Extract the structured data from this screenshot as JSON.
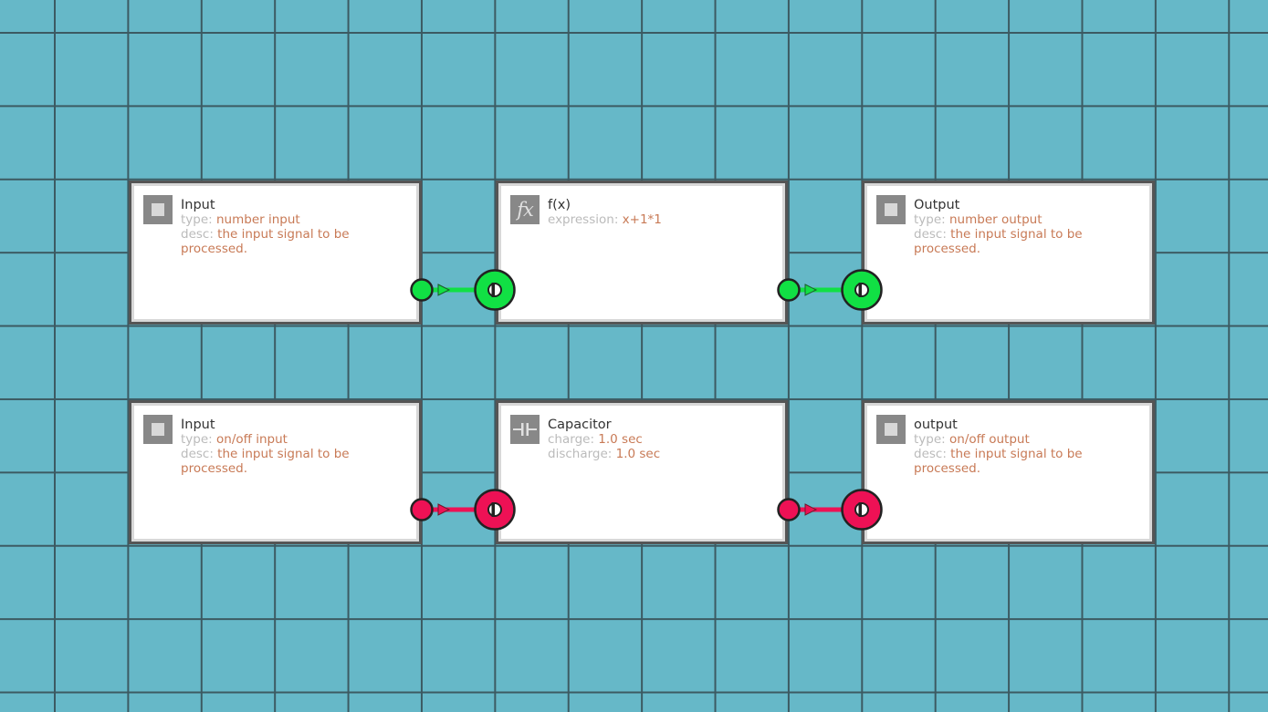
{
  "nodes": [
    {
      "title": "Input",
      "icon": "square-icon",
      "rows": [
        {
          "key": "type: ",
          "value": "number input"
        },
        {
          "key": "desc: ",
          "value": "the input signal to be processed."
        }
      ]
    },
    {
      "title": "f(x)",
      "icon": "fx-icon",
      "icon_text": "fx",
      "rows": [
        {
          "key": "expression: ",
          "value": "x+1*1"
        }
      ]
    },
    {
      "title": "Output",
      "icon": "square-icon",
      "rows": [
        {
          "key": "type: ",
          "value": "number output"
        },
        {
          "key": "desc: ",
          "value": "the input signal to be processed."
        }
      ]
    },
    {
      "title": "Input",
      "icon": "square-icon",
      "rows": [
        {
          "key": "type: ",
          "value": "on/off input"
        },
        {
          "key": "desc: ",
          "value": "the input signal to be processed."
        }
      ]
    },
    {
      "title": "Capacitor",
      "icon": "capacitor-icon",
      "rows": [
        {
          "key": "charge: ",
          "value": "1.0 sec"
        },
        {
          "key": "discharge: ",
          "value": "1.0 sec"
        }
      ]
    },
    {
      "title": "output",
      "icon": "square-icon",
      "rows": [
        {
          "key": "type: ",
          "value": "on/off output"
        },
        {
          "key": "desc: ",
          "value": "the input signal to be processed."
        }
      ]
    }
  ],
  "colors": {
    "background": "#66b8c8",
    "grid_line": "#3c5a62",
    "number_wire": "#11e044",
    "onoff_wire": "#ee1155",
    "value_text": "#c87a56",
    "key_text": "#bbbbbb"
  }
}
